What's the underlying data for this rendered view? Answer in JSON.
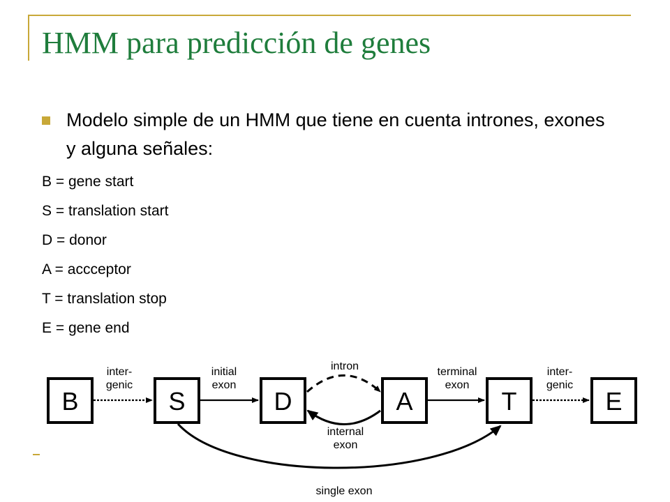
{
  "slide": {
    "title": "HMM para predicción de genes",
    "bullet": "Modelo simple de un HMM que tiene en cuenta intrones, exones y alguna señales:",
    "definitions": [
      "B = gene start",
      "S = translation start",
      "D = donor",
      "A = accceptor",
      "T = translation stop",
      "E = gene end"
    ]
  },
  "diagram": {
    "states": [
      "B",
      "S",
      "D",
      "A",
      "T",
      "E"
    ],
    "edges": {
      "B_S": [
        "inter-",
        "genic"
      ],
      "S_D": [
        "initial",
        "exon"
      ],
      "D_A": [
        "intron"
      ],
      "A_D": [
        "internal",
        "exon"
      ],
      "A_T": [
        "terminal",
        "exon"
      ],
      "T_E": [
        "inter-",
        "genic"
      ],
      "S_T": [
        "single exon"
      ]
    }
  },
  "colors": {
    "title": "#1f7d3c",
    "accent": "#c8a838",
    "text": "#000000"
  }
}
